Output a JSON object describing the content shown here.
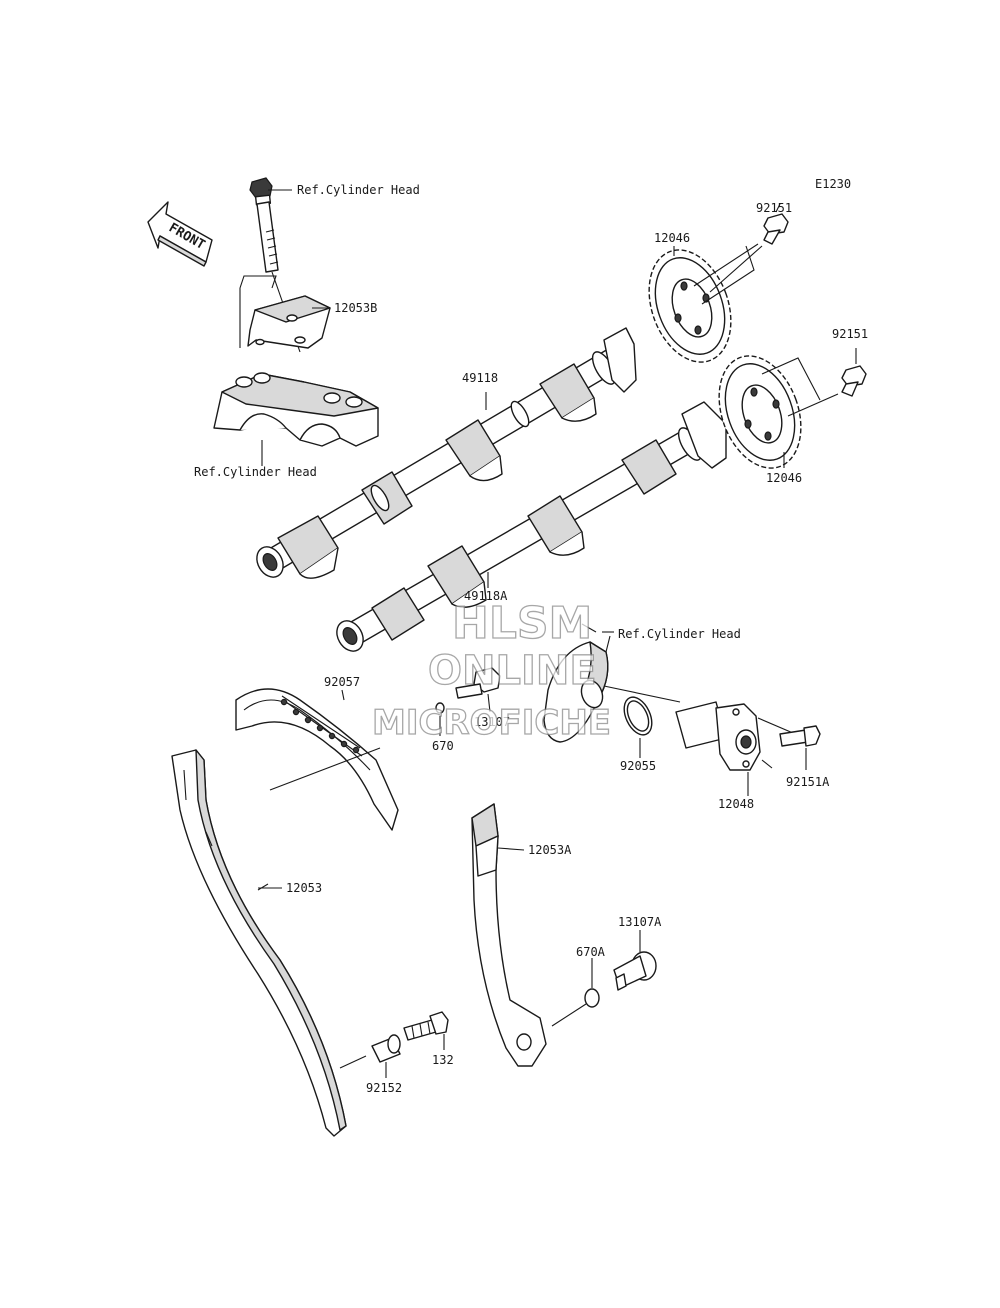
{
  "diagram_code": "E1230",
  "front_label": "FRONT",
  "labels": {
    "ref_cylinder_head_bolt": "Ref.Cylinder Head",
    "ref_cylinder_head_holder": "Ref.Cylinder Head",
    "ref_cylinder_head_tensioner": "Ref.Cylinder Head",
    "p_12053B": "12053B",
    "p_49118": "49118",
    "p_49118A": "49118A",
    "p_12046_top": "12046",
    "p_12046_bottom": "12046",
    "p_92151_top": "92151",
    "p_92151_bottom": "92151",
    "p_92057": "92057",
    "p_670": "670",
    "p_13107": "13107",
    "p_92055": "92055",
    "p_12048": "12048",
    "p_92151A": "92151A",
    "p_12053A": "12053A",
    "p_12053": "12053",
    "p_13107A": "13107A",
    "p_670A": "670A",
    "p_132": "132",
    "p_92152": "92152"
  },
  "watermark": {
    "line1": "HLSM",
    "line2": "ONLINE",
    "line3": "MICROFICHE"
  }
}
